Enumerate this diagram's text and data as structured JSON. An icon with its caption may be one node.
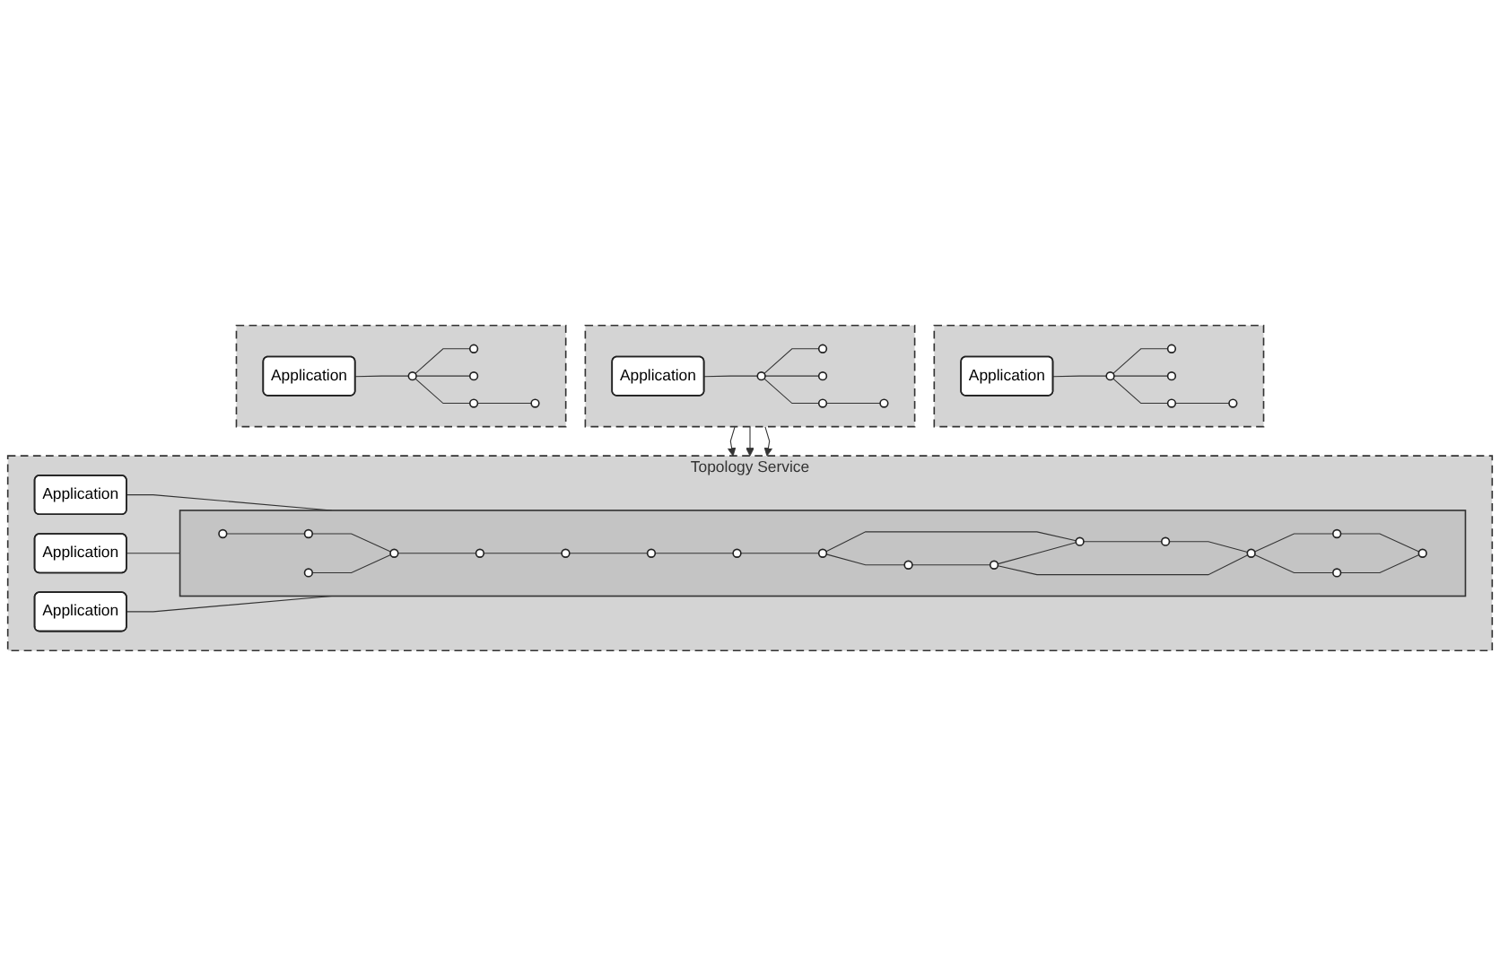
{
  "diagram": {
    "nodes": [
      {
        "text": [],
        "shape": "box"
      },
      {
        "text": [
          "Application"
        ],
        "in": 0
      },
      {
        "text": [],
        "shape": "circle",
        "in": 0
      },
      {
        "text": [],
        "shape": "circle",
        "in": 0
      },
      {
        "text": [],
        "shape": "circle",
        "in": 0
      },
      {
        "text": [],
        "shape": "circle",
        "in": 0
      },
      {
        "text": [],
        "shape": "circle",
        "in": 0
      },
      {
        "text": [],
        "shape": "box"
      },
      {
        "text": [
          "Application"
        ],
        "in": 7
      },
      {
        "text": [],
        "shape": "circle",
        "in": 7
      },
      {
        "text": [],
        "shape": "circle",
        "in": 7
      },
      {
        "text": [],
        "shape": "circle",
        "in": 7
      },
      {
        "text": [],
        "shape": "circle",
        "in": 7
      },
      {
        "text": [],
        "shape": "circle",
        "in": 7
      },
      {
        "text": [],
        "shape": "box"
      },
      {
        "text": [
          "Application"
        ],
        "in": 14
      },
      {
        "text": [],
        "shape": "circle",
        "in": 14
      },
      {
        "text": [],
        "shape": "circle",
        "in": 14
      },
      {
        "text": [],
        "shape": "circle",
        "in": 14
      },
      {
        "text": [],
        "shape": "circle",
        "in": 14
      },
      {
        "text": [],
        "shape": "circle",
        "in": 14
      },
      {
        "text": [
          "Topology Service"
        ]
      },
      {
        "text": [
          "Application"
        ],
        "in": 21
      },
      {
        "text": [
          "Application"
        ],
        "in": 21
      },
      {
        "text": [
          "Application"
        ],
        "in": 21
      },
      {
        "text": [],
        "shape": "box",
        "in": 21
      },
      {
        "text": [],
        "shape": "circle",
        "in": 25
      },
      {
        "text": [],
        "shape": "circle",
        "in": 25
      },
      {
        "text": [],
        "shape": "circle",
        "in": 25
      },
      {
        "text": [],
        "shape": "circle",
        "in": 25
      },
      {
        "text": [],
        "shape": "circle",
        "in": 25
      },
      {
        "text": [],
        "shape": "circle",
        "in": 25
      },
      {
        "text": [],
        "shape": "circle",
        "in": 25
      },
      {
        "text": [],
        "shape": "circle",
        "in": 25
      },
      {
        "text": [],
        "shape": "circle",
        "in": 25
      },
      {
        "text": [],
        "shape": "circle",
        "in": 25
      },
      {
        "text": [],
        "shape": "circle",
        "in": 25
      },
      {
        "text": [],
        "shape": "circle",
        "in": 25
      },
      {
        "text": [],
        "shape": "circle",
        "in": 25
      },
      {
        "text": [],
        "shape": "circle",
        "in": 25
      },
      {
        "text": [],
        "shape": "circle",
        "in": 25
      },
      {
        "text": [],
        "shape": "circle",
        "in": 25
      },
      {
        "text": [],
        "shape": "circle",
        "in": 25
      }
    ],
    "edges": [
      {
        "from": 1,
        "to": 2,
        "arrow": "none"
      },
      {
        "from": 2,
        "to": 3,
        "arrow": "none"
      },
      {
        "from": 2,
        "to": 4,
        "arrow": "none"
      },
      {
        "from": 2,
        "to": 5,
        "arrow": "none"
      },
      {
        "from": 5,
        "to": 6,
        "arrow": "none"
      },
      {
        "from": 8,
        "to": 9,
        "arrow": "none"
      },
      {
        "from": 9,
        "to": 10,
        "arrow": "none"
      },
      {
        "from": 9,
        "to": 11,
        "arrow": "none"
      },
      {
        "from": 9,
        "to": 12,
        "arrow": "none"
      },
      {
        "from": 12,
        "to": 13,
        "arrow": "none"
      },
      {
        "from": 15,
        "to": 16,
        "arrow": "none"
      },
      {
        "from": 16,
        "to": 17,
        "arrow": "none"
      },
      {
        "from": 16,
        "to": 18,
        "arrow": "none"
      },
      {
        "from": 16,
        "to": 19,
        "arrow": "none"
      },
      {
        "from": 19,
        "to": 20,
        "arrow": "none"
      },
      {
        "from": 7,
        "to": 21,
        "arrow": "to"
      },
      {
        "from": 7,
        "to": 21,
        "arrow": "to"
      },
      {
        "from": 7,
        "to": 21,
        "arrow": "to"
      },
      {
        "from": 22,
        "to": 25,
        "arrow": "none"
      },
      {
        "from": 23,
        "to": 25,
        "arrow": "none"
      },
      {
        "from": 24,
        "to": 25,
        "arrow": "none"
      },
      {
        "from": 26,
        "to": 27,
        "arrow": "none"
      },
      {
        "from": 27,
        "to": 29,
        "arrow": "none"
      },
      {
        "from": 28,
        "to": 29,
        "arrow": "none"
      },
      {
        "from": 29,
        "to": 30,
        "arrow": "none"
      },
      {
        "from": 30,
        "to": 31,
        "arrow": "none"
      },
      {
        "from": 31,
        "to": 32,
        "arrow": "none"
      },
      {
        "from": 32,
        "to": 33,
        "arrow": "none"
      },
      {
        "from": 33,
        "to": 34,
        "arrow": "none"
      },
      {
        "from": 34,
        "to": 35,
        "arrow": "none"
      },
      {
        "from": 34,
        "to": 37,
        "arrow": "none"
      },
      {
        "from": 35,
        "to": 36,
        "arrow": "none"
      },
      {
        "from": 36,
        "to": 37,
        "arrow": "none"
      },
      {
        "from": 37,
        "to": 38,
        "arrow": "none"
      },
      {
        "from": 38,
        "to": 39,
        "arrow": "none"
      },
      {
        "from": 36,
        "to": 39,
        "arrow": "none"
      },
      {
        "from": 39,
        "to": 40,
        "arrow": "none"
      },
      {
        "from": 39,
        "to": 41,
        "arrow": "none"
      },
      {
        "from": 40,
        "to": 42,
        "arrow": "none"
      },
      {
        "from": 41,
        "to": 42,
        "arrow": "none"
      }
    ]
  }
}
